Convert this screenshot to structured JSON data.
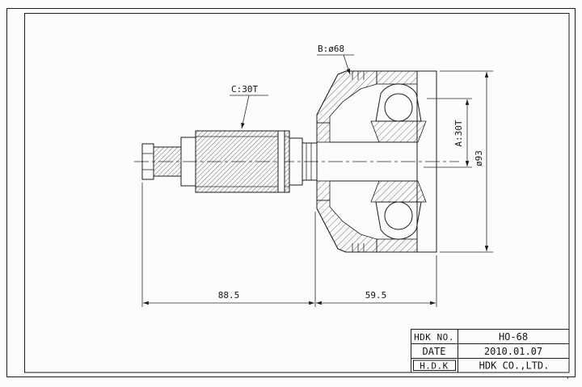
{
  "drawing": {
    "labels": {
      "b": "B:ø68",
      "c": "C:30T",
      "a": "A:30T",
      "diameter": "ø93",
      "length_shaft": "88.5",
      "length_joint": "59.5"
    }
  },
  "title_block": {
    "rows": [
      {
        "label": "HDK NO.",
        "value": "HO-68"
      },
      {
        "label": "DATE",
        "value": "2010.01.07"
      },
      {
        "label": "H.D.K",
        "value": "HDK CO.,LTD."
      }
    ]
  },
  "page": {
    "stray_mark": "'"
  }
}
